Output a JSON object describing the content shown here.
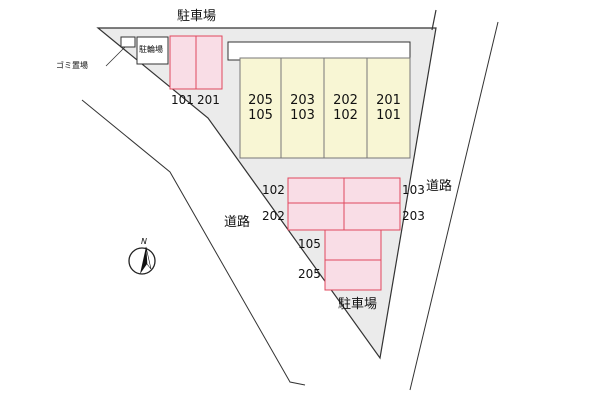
{
  "labels": {
    "parking_top": "駐車場",
    "parking_bottom": "駐車場",
    "road_left": "道路",
    "road_right": "道路",
    "garbage": "ゴミ置場",
    "bicycle": "駐輪場"
  },
  "parking_top_left_numbers": [
    "101",
    "201"
  ],
  "building_units": [
    {
      "upper": "205",
      "lower": "105"
    },
    {
      "upper": "203",
      "lower": "103"
    },
    {
      "upper": "202",
      "lower": "102"
    },
    {
      "upper": "201",
      "lower": "101"
    }
  ],
  "parking_middle": {
    "left_top": "102",
    "left_bottom": "202",
    "right_top": "103",
    "right_bottom": "203"
  },
  "parking_lower": {
    "top": "105",
    "bottom": "205"
  },
  "compass": {
    "north": "N"
  },
  "colors": {
    "lot": "#ebebeb",
    "parking_fill": "#f9dde6",
    "parking_stroke": "#e0485e",
    "building_fill": "#f8f6d4",
    "building_stroke": "#777777"
  }
}
